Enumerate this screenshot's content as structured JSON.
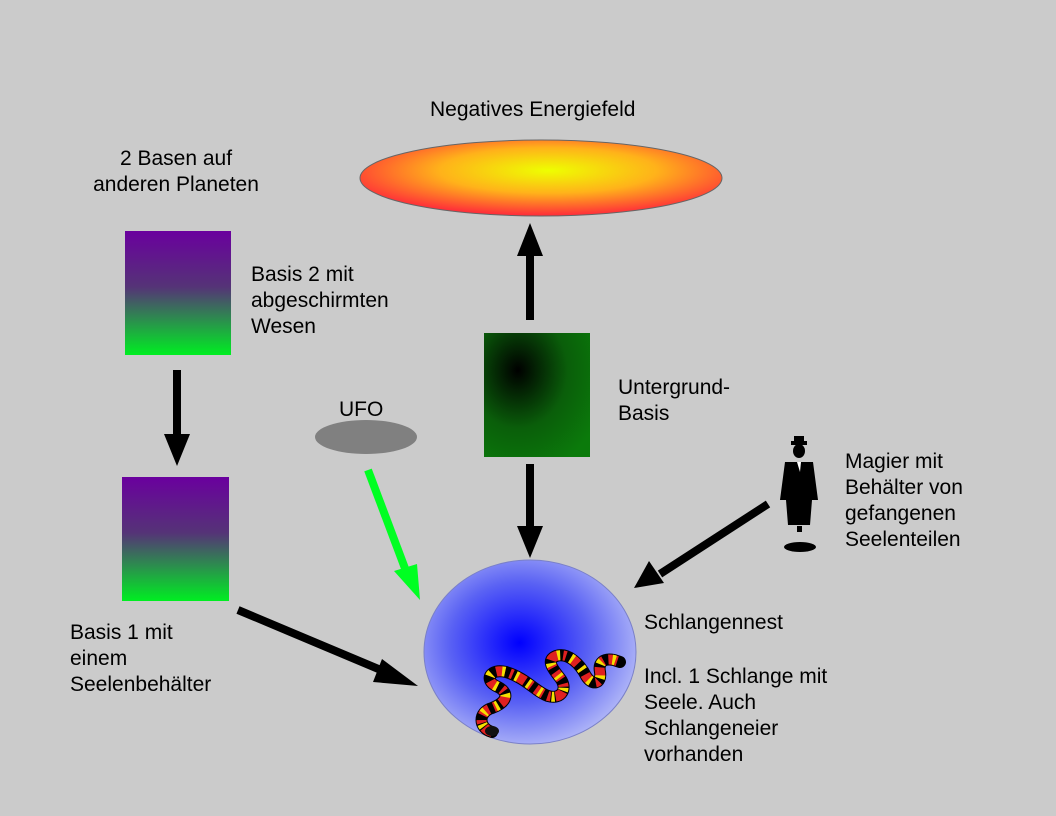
{
  "colors": {
    "background": "#cbcbcb",
    "base_top": "#6a009e",
    "base_bottom": "#00ee22",
    "underground_center": "#000000",
    "underground_edge": "#0b7a0b",
    "energy_center": "#eeff00",
    "energy_edge": "#ff2a3a",
    "nest_center": "#0000ff",
    "nest_edge": "#b7bdf8",
    "ufo": "#808080",
    "arrow": "#000000",
    "ufo_arrow": "#00ff22"
  },
  "labels": {
    "energy_field": "Negatives Energiefeld",
    "two_bases": [
      "2 Basen auf",
      "anderen Planeten"
    ],
    "base2": [
      "Basis 2 mit",
      "abgeschirmten",
      "Wesen"
    ],
    "ufo": "UFO",
    "underground": [
      "Untergrund-",
      "Basis"
    ],
    "magician": [
      "Magier mit",
      "Behälter von",
      "gefangenen",
      "Seelenteilen"
    ],
    "base1": [
      "Basis 1 mit",
      "einem",
      "Seelenbehälter"
    ],
    "nest_title": "Schlangennest",
    "nest_desc": [
      "Incl. 1 Schlange mit",
      "Seele. Auch",
      "Schlangeneier",
      "vorhanden"
    ]
  },
  "icons": {
    "magician": "man-in-black-suit-icon",
    "snake": "coral-snake-icon"
  }
}
